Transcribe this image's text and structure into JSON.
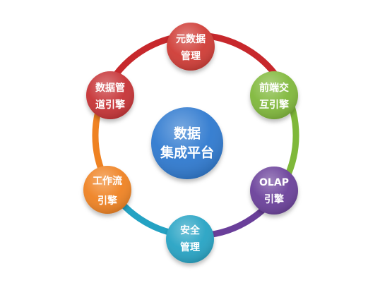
{
  "center": {
    "line1": "数据",
    "line2": "集成平台",
    "color": "#2f79cf"
  },
  "nodes": [
    {
      "key": "metadata",
      "line1": "元数据",
      "line2": "管理",
      "color": "#cf3a36"
    },
    {
      "key": "frontend",
      "line1": "前端交",
      "line2": "互引擎",
      "color": "#80b83a"
    },
    {
      "key": "olap",
      "line1": "OLAP",
      "line2": "引擎",
      "color": "#6a3f9a"
    },
    {
      "key": "security",
      "line1": "安全",
      "line2": "管理",
      "color": "#25a3c4"
    },
    {
      "key": "workflow",
      "line1": "工作流",
      "line2": "引擎",
      "color": "#ef8222"
    },
    {
      "key": "pipeline",
      "line1": "数据管",
      "line2": "道引擎",
      "color": "#c63234"
    }
  ]
}
